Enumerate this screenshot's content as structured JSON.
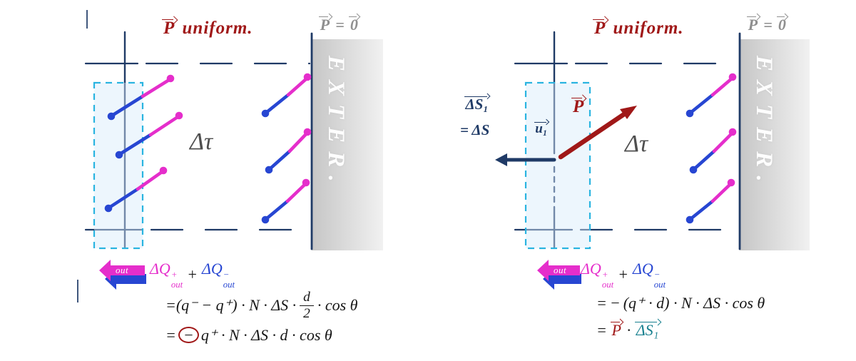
{
  "colors": {
    "dark_red": "#a01818",
    "navy": "#1f3a66",
    "blue": "#2746d2",
    "magenta": "#e52ecb",
    "cyan": "#2ab4e0",
    "gray_label": "#8f8f8f",
    "teal": "#17808f"
  },
  "left_panel": {
    "polarization_title": {
      "vector": "P",
      "text": " uniform."
    },
    "outside_polarization": {
      "p": "P",
      "equals": " = ",
      "zero": "0"
    },
    "exterior_label": "EXTER.",
    "volume_label": "Δτ",
    "out_label": "out",
    "equation": {
      "line1": {
        "term1_base": "ΔQ",
        "term1_sup": "+",
        "term1_sub": "out",
        "plus": " + ",
        "term2_base": "ΔQ",
        "term2_sup": "−",
        "term2_sub": "out"
      },
      "line2": {
        "equals": "= ",
        "before_frac": "(q⁻ − q⁺) · N · ΔS · ",
        "frac_num": "d",
        "frac_den": "2",
        "after_frac": " · cos θ"
      },
      "line3": {
        "equals": "= ",
        "circled_sign": "−",
        "rest": " q⁺ · N · ΔS · d · cos θ"
      }
    }
  },
  "right_panel": {
    "polarization_title": {
      "vector": "P",
      "text": " uniform."
    },
    "outside_polarization": {
      "p": "P",
      "equals": " = ",
      "zero": "0"
    },
    "exterior_label": "EXTER.",
    "volume_label": "Δτ",
    "out_label": "out",
    "surface_label": {
      "vector": "ΔS₁",
      "equals": "= ΔS"
    },
    "normal_label": "u₁",
    "polarization_vector_label": "P",
    "equation": {
      "line1": {
        "term1_base": "ΔQ",
        "term1_sup": "+",
        "term1_sub": "out",
        "plus": " + ",
        "term2_base": "ΔQ",
        "term2_sup": "−",
        "term2_sub": "out"
      },
      "line2": {
        "equals": "= ",
        "minus": "− ",
        "rest": "(q⁺ · d) · N · ΔS · cos θ"
      },
      "line3": {
        "equals": "= ",
        "p": "P",
        "dot": " · ",
        "surface": "ΔS₁"
      }
    }
  }
}
